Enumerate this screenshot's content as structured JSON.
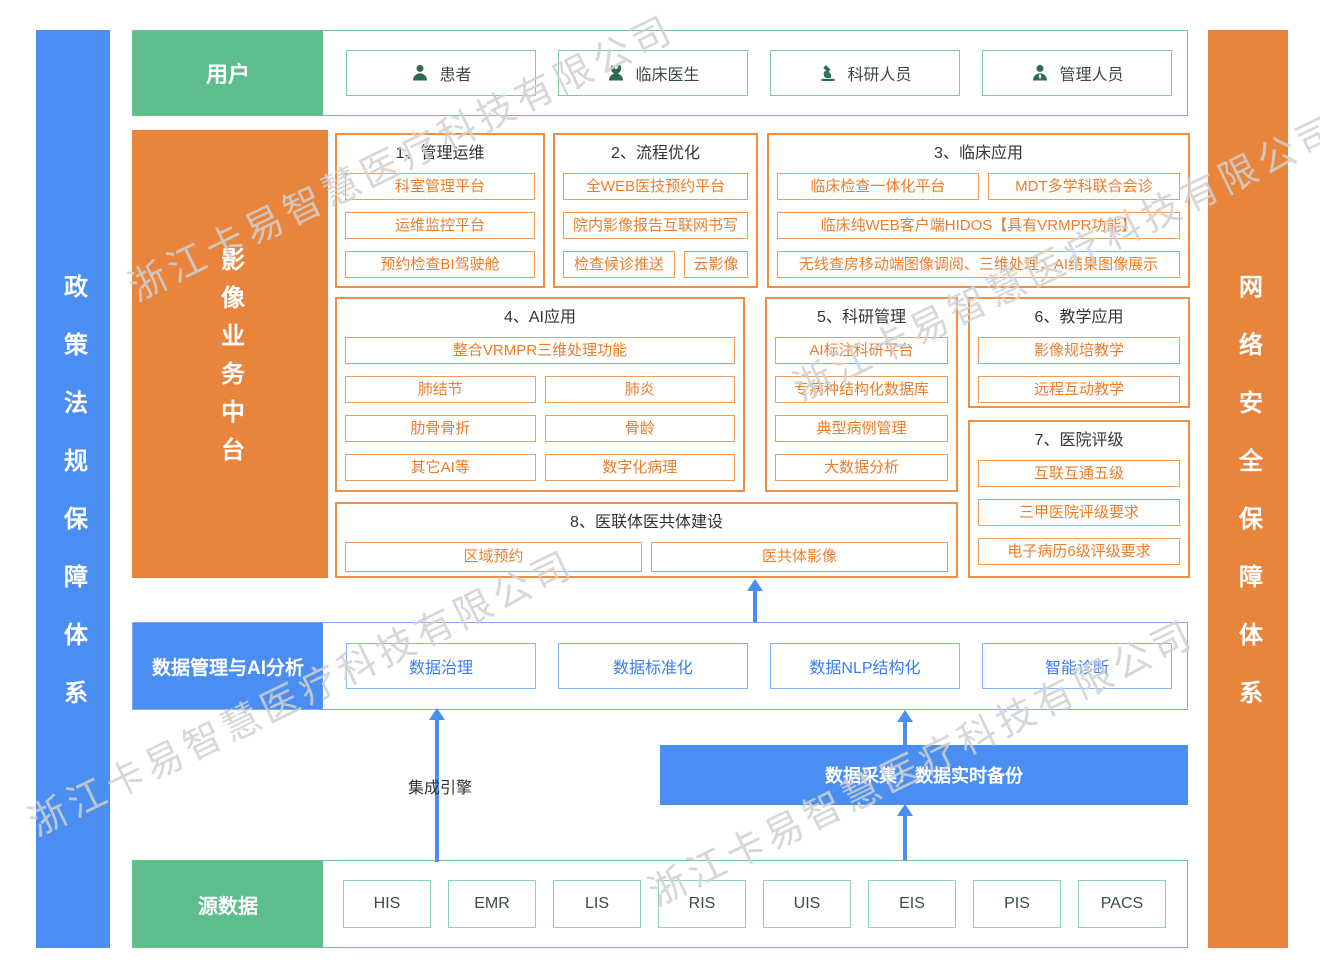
{
  "watermark": {
    "text": "浙江卡易智慧医疗科技有限公司"
  },
  "side_bars": {
    "left": "政策法规保障体系",
    "right": "网络安全保障体系"
  },
  "users": {
    "label": "用户",
    "items": [
      {
        "label": "患者",
        "icon": "patient-icon"
      },
      {
        "label": "临床医生",
        "icon": "doctor-icon"
      },
      {
        "label": "科研人员",
        "icon": "researcher-icon"
      },
      {
        "label": "管理人员",
        "icon": "manager-icon"
      }
    ]
  },
  "platform": {
    "label": "影像业务中台",
    "groups": [
      {
        "title": "1、管理运维",
        "items": [
          "科室管理平台",
          "运维监控平台",
          "预约检查BI驾驶舱"
        ]
      },
      {
        "title": "2、流程优化",
        "items": [
          "全WEB医技预约平台",
          "院内影像报告互联网书写",
          "检查候诊推送",
          "云影像"
        ]
      },
      {
        "title": "3、临床应用",
        "items": [
          "临床检查一体化平台",
          "MDT多学科联合会诊",
          "临床纯WEB客户端HIDOS【具有VRMPR功能】",
          "无线查房移动端图像调阅、三维处理；AI结果图像展示"
        ]
      },
      {
        "title": "4、AI应用",
        "items": [
          "整合VRMPR三维处理功能",
          "肺结节",
          "肺炎",
          "肋骨骨折",
          "骨龄",
          "其它AI等",
          "数字化病理"
        ]
      },
      {
        "title": "5、科研管理",
        "items": [
          "AI标注科研平台",
          "专病种结构化数据库",
          "典型病例管理",
          "大数据分析"
        ]
      },
      {
        "title": "6、教学应用",
        "items": [
          "影像规培教学",
          "远程互动教学"
        ]
      },
      {
        "title": "7、医院评级",
        "items": [
          "互联互通五级",
          "三甲医院评级要求",
          "电子病历6级评级要求"
        ]
      },
      {
        "title": "8、医联体医共体建设",
        "items": [
          "区域预约",
          "医共体影像"
        ]
      }
    ]
  },
  "data_mgmt": {
    "label": "数据管理与AI分析",
    "items": [
      "数据治理",
      "数据标准化",
      "数据NLP结构化",
      "智能诊断"
    ]
  },
  "integration": {
    "engine_label": "集成引擎",
    "collection_label": "数据采集：数据实时备份"
  },
  "source": {
    "label": "源数据",
    "items": [
      "HIS",
      "EMR",
      "LIS",
      "RIS",
      "UIS",
      "EIS",
      "PIS",
      "PACS"
    ]
  },
  "colors": {
    "blue": "#4a8ef2",
    "green": "#5dbd8b",
    "orange_fill": "#e8843c",
    "orange_border": "#ec8e44",
    "orange_text": "#ed7d2b"
  }
}
